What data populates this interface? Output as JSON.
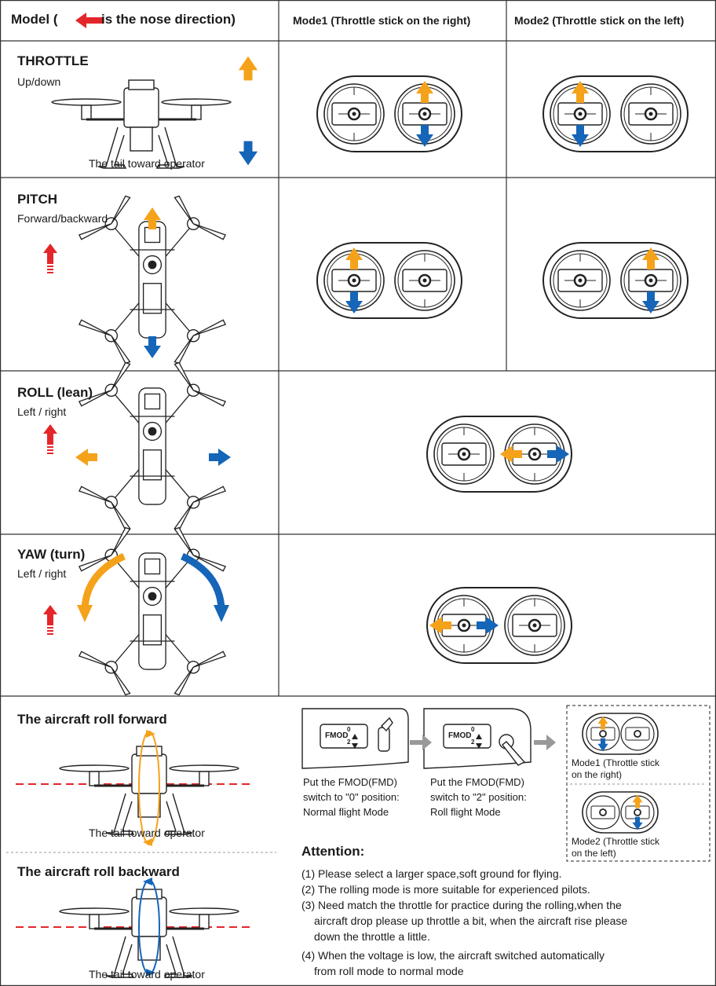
{
  "header": {
    "model_prefix": "Model (",
    "model_suffix": "is the nose direction)",
    "mode1": "Mode1 (Throttle stick on the right)",
    "mode2": "Mode2 (Throttle stick on the left)"
  },
  "rows": {
    "throttle": {
      "title": "THROTTLE",
      "subtitle": "Up/down",
      "caption": "The tail toward operator"
    },
    "pitch": {
      "title": "PITCH",
      "subtitle": "Forward/backward"
    },
    "roll": {
      "title": "ROLL (lean)",
      "subtitle": "Left / right"
    },
    "yaw": {
      "title": "YAW (turn)",
      "subtitle": "Left / right"
    }
  },
  "roll_mode": {
    "forward_title": "The aircraft roll forward",
    "forward_caption": "The tail toward operator",
    "backward_title": "The aircraft roll backward",
    "backward_caption": "The tail toward operator",
    "switch_label": "FMOD",
    "switch_pos_0": "0",
    "switch_pos_2": "2",
    "step1": [
      "Put the FMOD(FMD)",
      "switch to \"0\" position:",
      "Normal flight Mode"
    ],
    "step2": [
      "Put the FMOD(FMD)",
      "switch to \"2\" position:",
      "Roll flight Mode"
    ],
    "mode1_caption": [
      "Mode1 (Throttle stick",
      "on the right)"
    ],
    "mode2_caption": [
      "Mode2 (Throttle stick",
      "on the left)"
    ]
  },
  "attention": {
    "title": "Attention:",
    "items": [
      "(1) Please select a larger space,soft ground for flying.",
      "(2) The rolling mode is more suitable for experienced pilots.",
      "(3) Need match the throttle for practice during the rolling,when the",
      "aircraft drop please up throttle a bit, when the aircraft rise please",
      "down the throttle a little.",
      "(4) When the voltage is low, the aircraft switched automatically",
      "from roll mode to normal mode"
    ]
  },
  "colors": {
    "orange": "#f5a21b",
    "blue": "#1565b8",
    "red": "#e3262a",
    "line": "#333333"
  }
}
